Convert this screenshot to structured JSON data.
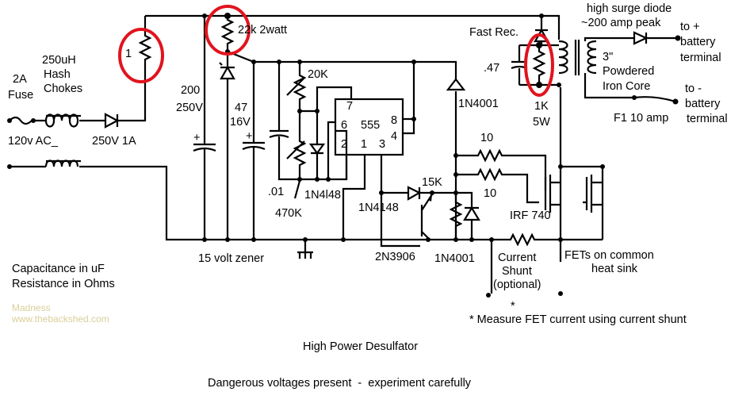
{
  "watermark": {
    "line1": "Madness",
    "line2": "www.thebackshed.com"
  },
  "input": {
    "fuse": [
      "2A",
      "Fuse"
    ],
    "chokes": [
      "250uH",
      "Hash",
      "Chokes"
    ],
    "ac": "120v AC_",
    "diode": "250V 1A",
    "resistor": "1"
  },
  "supply": {
    "cap1": [
      "200",
      "250V"
    ],
    "cap2": [
      "47",
      "16V"
    ],
    "resistor": "22k 2watt",
    "zener": "15 volt zener"
  },
  "timer": {
    "pot1": "20K",
    "pot2": "470K",
    "cap": ".01",
    "diode": "1N4l48",
    "chip": "555",
    "pins": [
      "7",
      "6",
      "8",
      "4",
      "2",
      "1",
      "3"
    ]
  },
  "driver": {
    "diode": "1N4148",
    "resistor": "15K",
    "transistor": "2N3906",
    "diode2": "1N4001",
    "diode3": "1N4001",
    "gate_r1": "10",
    "gate_r2": "10",
    "fet": "IRF 740"
  },
  "output": {
    "fast_rec": "Fast Rec.",
    "cap": ".47",
    "resistor": [
      "1K",
      "5W"
    ],
    "surge_diode": [
      "high surge diode",
      "~200 amp peak"
    ],
    "pos": [
      "to +",
      "battery",
      "terminal"
    ],
    "core": [
      "3\"",
      "Powdered",
      "Iron Core"
    ],
    "neg": [
      "to -",
      "battery",
      "terminal"
    ],
    "fuse": "F1 10 amp"
  },
  "shunt": [
    "Current",
    "Shunt",
    "(optional)"
  ],
  "fets_note": [
    "FETs on common",
    "heat sink"
  ],
  "asterisk": "*",
  "measure_note": "* Measure FET current using current shunt",
  "legend": [
    "Capacitance in uF",
    "Resistance in Ohms"
  ],
  "title": "High Power Desulfator",
  "warning": "Dangerous voltages present  -  experiment carefully",
  "colors": {
    "highlight": "#e0141e",
    "wire": "#000000"
  }
}
